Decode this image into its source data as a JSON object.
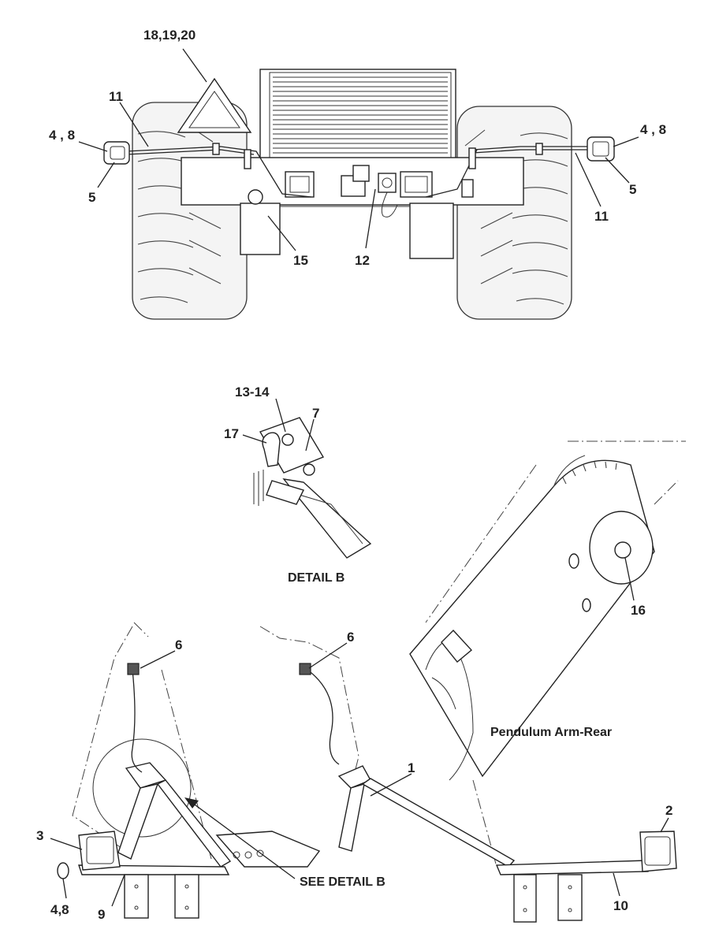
{
  "labels": {
    "top_18_19_20": "18,19,20",
    "top_11_left": "11",
    "top_4_8_left": "4 , 8",
    "top_5_left": "5",
    "top_15": "15",
    "top_12": "12",
    "top_4_8_right": "4 , 8",
    "top_5_right": "5",
    "top_11_right": "11",
    "detail_13_14": "13-14",
    "detail_7": "7",
    "detail_17": "17",
    "detail_16": "16",
    "bottom_6_left": "6",
    "bottom_6_right": "6",
    "bottom_1": "1",
    "bottom_2": "2",
    "bottom_3": "3",
    "bottom_4_8": "4,8",
    "bottom_9": "9",
    "bottom_10": "10"
  },
  "captions": {
    "detail_b": "DETAIL B",
    "see_detail_b": "SEE DETAIL B",
    "pendulum_arm_rear": "Pendulum Arm-Rear"
  }
}
